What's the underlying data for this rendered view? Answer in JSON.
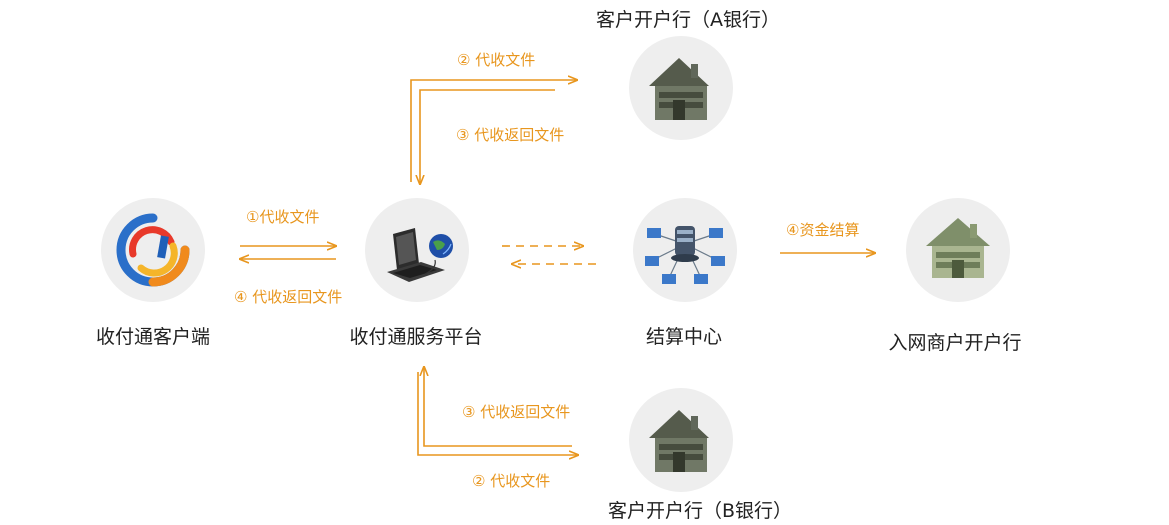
{
  "nodes": {
    "client": "收付通客户端",
    "platform": "收付通服务平台",
    "clearing_center": "结算中心",
    "merchant_bank": "入网商户开户行",
    "bank_a": "客户开户行（A银行）",
    "bank_b": "客户开户行（B银行）"
  },
  "edges": {
    "client_to_platform": "①代收文件",
    "platform_to_client": "④ 代收返回文件",
    "platform_to_bank_a": "② 代收文件",
    "bank_a_to_platform": "③ 代收返回文件",
    "bank_b_to_platform": "③ 代收返回文件",
    "platform_to_bank_b": "② 代收文件",
    "clearing_to_merchant": "④资金结算"
  },
  "colors": {
    "arrow": "#e8961e",
    "circle": "#eeeeee",
    "label": "#222222"
  },
  "icons": {
    "client": "logo-icon",
    "platform": "laptop-globe-icon",
    "clearing_center": "server-network-icon",
    "banks": "money-house-icon"
  }
}
